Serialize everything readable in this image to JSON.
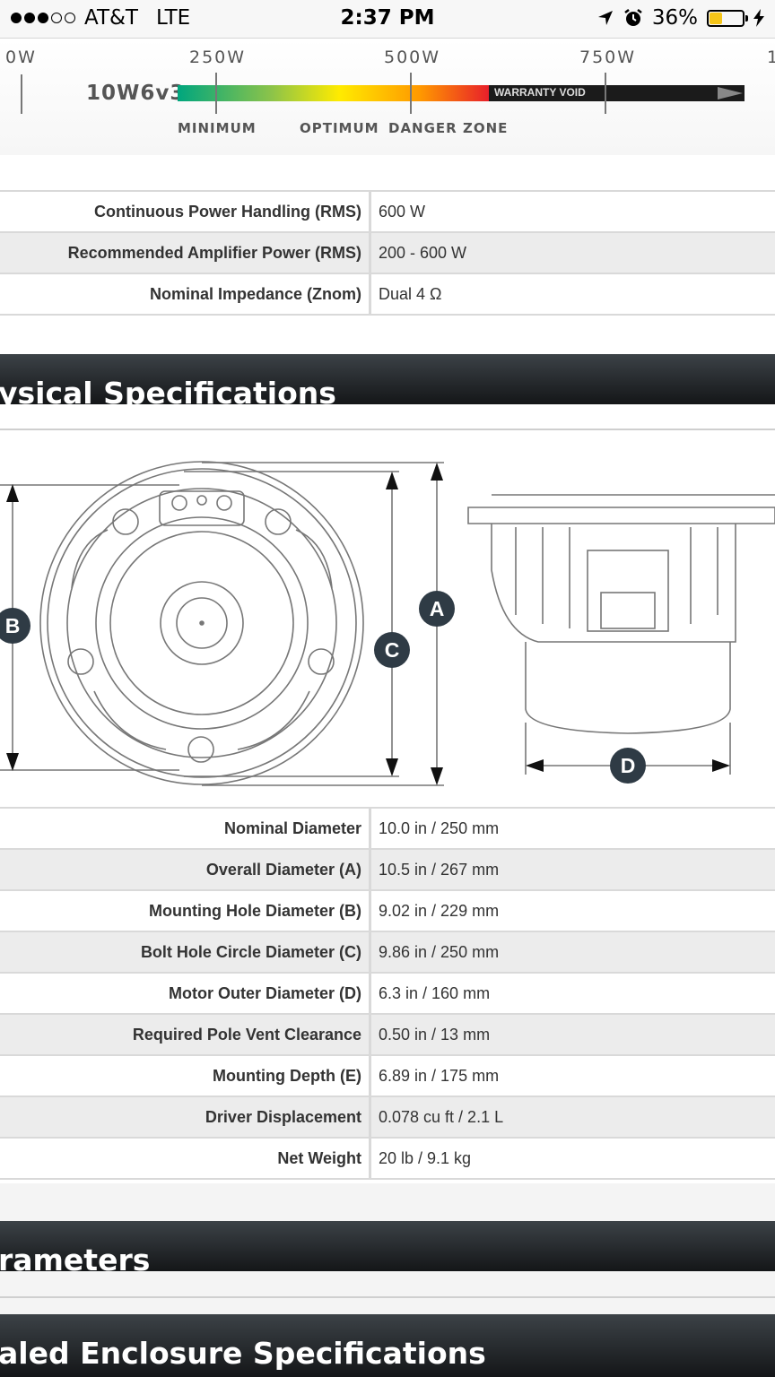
{
  "status_bar": {
    "carrier": "AT&T",
    "network": "LTE",
    "time": "2:37 PM",
    "battery_percent": "36%",
    "battery_level": 0.36,
    "signal_bars": 3,
    "signal_total": 5,
    "icons": [
      "location-arrow-icon",
      "alarm-icon",
      "battery-icon",
      "charging-bolt-icon"
    ]
  },
  "power_scale": {
    "model": "10W6v3",
    "ticks": [
      "0W",
      "250W",
      "500W",
      "750W",
      "1"
    ],
    "warranty_label": "WARRANTY VOID",
    "zones": [
      "MINIMUM",
      "OPTIMUM",
      "DANGER ZONE"
    ]
  },
  "power_specs": [
    {
      "label": "Continuous Power Handling (RMS)",
      "value": "600 W"
    },
    {
      "label": "Recommended Amplifier Power (RMS)",
      "value": "200 - 600 W"
    },
    {
      "label": "Nominal Impedance (Znom)",
      "value": "Dual 4 Ω"
    }
  ],
  "sections": {
    "physical": "ysical Specifications",
    "parameters": "rameters",
    "sealed": "aled Enclosure Specifications"
  },
  "diagram_labels": {
    "a": "A",
    "b": "B",
    "c": "C",
    "d": "D"
  },
  "physical_specs": [
    {
      "label": "Nominal Diameter",
      "value": "10.0 in / 250 mm"
    },
    {
      "label": "Overall Diameter (A)",
      "value": "10.5 in / 267 mm"
    },
    {
      "label": "Mounting Hole Diameter (B)",
      "value": "9.02 in / 229 mm"
    },
    {
      "label": "Bolt Hole Circle Diameter (C)",
      "value": "9.86 in / 250 mm"
    },
    {
      "label": "Motor Outer Diameter (D)",
      "value": "6.3 in / 160 mm"
    },
    {
      "label": "Required Pole Vent Clearance",
      "value": "0.50 in / 13 mm"
    },
    {
      "label": "Mounting Depth (E)",
      "value": "6.89 in / 175 mm"
    },
    {
      "label": "Driver Displacement",
      "value": "0.078 cu ft / 2.1 L"
    },
    {
      "label": "Net Weight",
      "value": "20 lb / 9.1 kg"
    }
  ],
  "colors": {
    "header_dark": "#141618",
    "row_alt": "#ececec",
    "badge": "#2f3b45"
  }
}
